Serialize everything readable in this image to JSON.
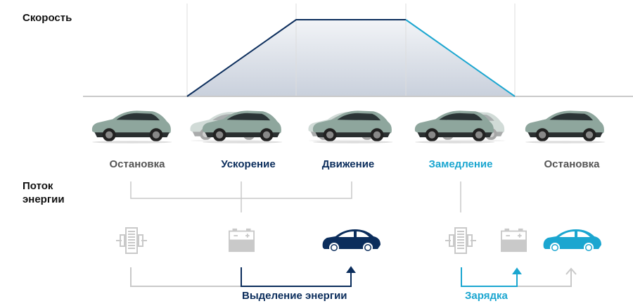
{
  "speed_label": "Скорость",
  "flow_label": "Поток\nэнергии",
  "states": [
    "Остановка",
    "Ускорение",
    "Движение",
    "Замедление",
    "Остановка"
  ],
  "energy_release_label": "Выделение энергии",
  "charging_label": "Зарядка",
  "colors": {
    "navy": "#0b2d5c",
    "cyan": "#1ba6d0",
    "gray": "#c9c9c9",
    "car": "#8ea69d"
  }
}
